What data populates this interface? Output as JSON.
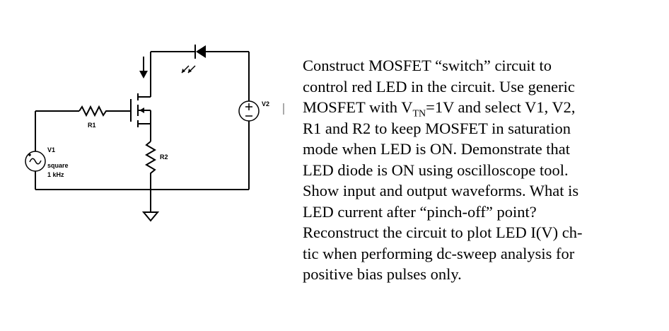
{
  "circuit": {
    "labels": {
      "r1": "R1",
      "r2": "R2",
      "v1": "V1",
      "v1_wave": "square",
      "v1_freq": "1 kHz",
      "v2": "V2"
    }
  },
  "text": {
    "line1": "Construct MOSFET “switch” circuit to",
    "line2": "control red LED in the circuit. Use generic",
    "line3_a": "MOSFET with V",
    "line3_sub": "TN",
    "line3_b": "=1V and select V1, V2,",
    "line4": "R1 and R2 to keep MOSFET in saturation",
    "line5": "mode when LED is ON. Demonstrate that",
    "line6": "LED diode is ON using oscilloscope tool.",
    "line7": "Show input and output waveforms. What is",
    "line8": "LED current after “pinch-off” point?",
    "line9": "Reconstruct the circuit to plot LED I(V) ch-",
    "line10": "tic when performing dc-sweep analysis for",
    "line11": "positive bias pulses only."
  }
}
